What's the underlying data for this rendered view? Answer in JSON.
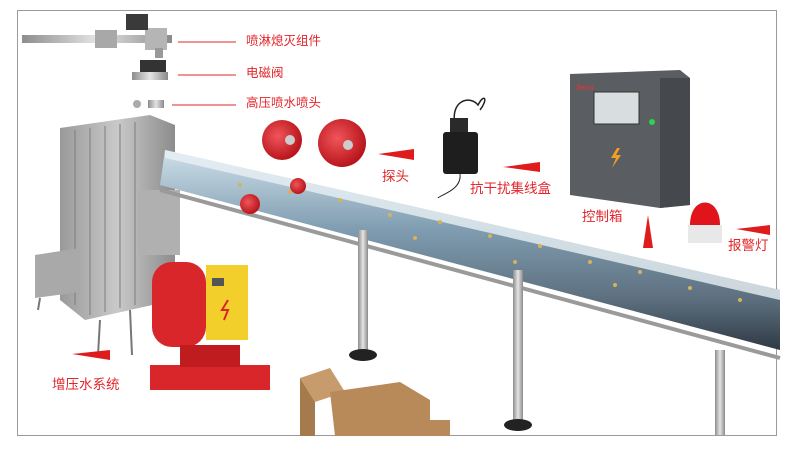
{
  "labels": {
    "sprinkler_assembly": "喷淋熄灭组件",
    "solenoid_valve": "电磁阀",
    "nozzle": "高压喷水喷头",
    "probe": "探头",
    "junction_box": "抗干扰集线盒",
    "control_box": "控制箱",
    "alarm_light": "报警灯",
    "booster_system": "增压水系统"
  },
  "colors": {
    "label_red": "#e3262b",
    "arrow_red": "#e01b1b",
    "tank_red": "#d8262a",
    "control_box_gray": "#5a5d62",
    "panel_yellow": "#f2cf2b"
  }
}
